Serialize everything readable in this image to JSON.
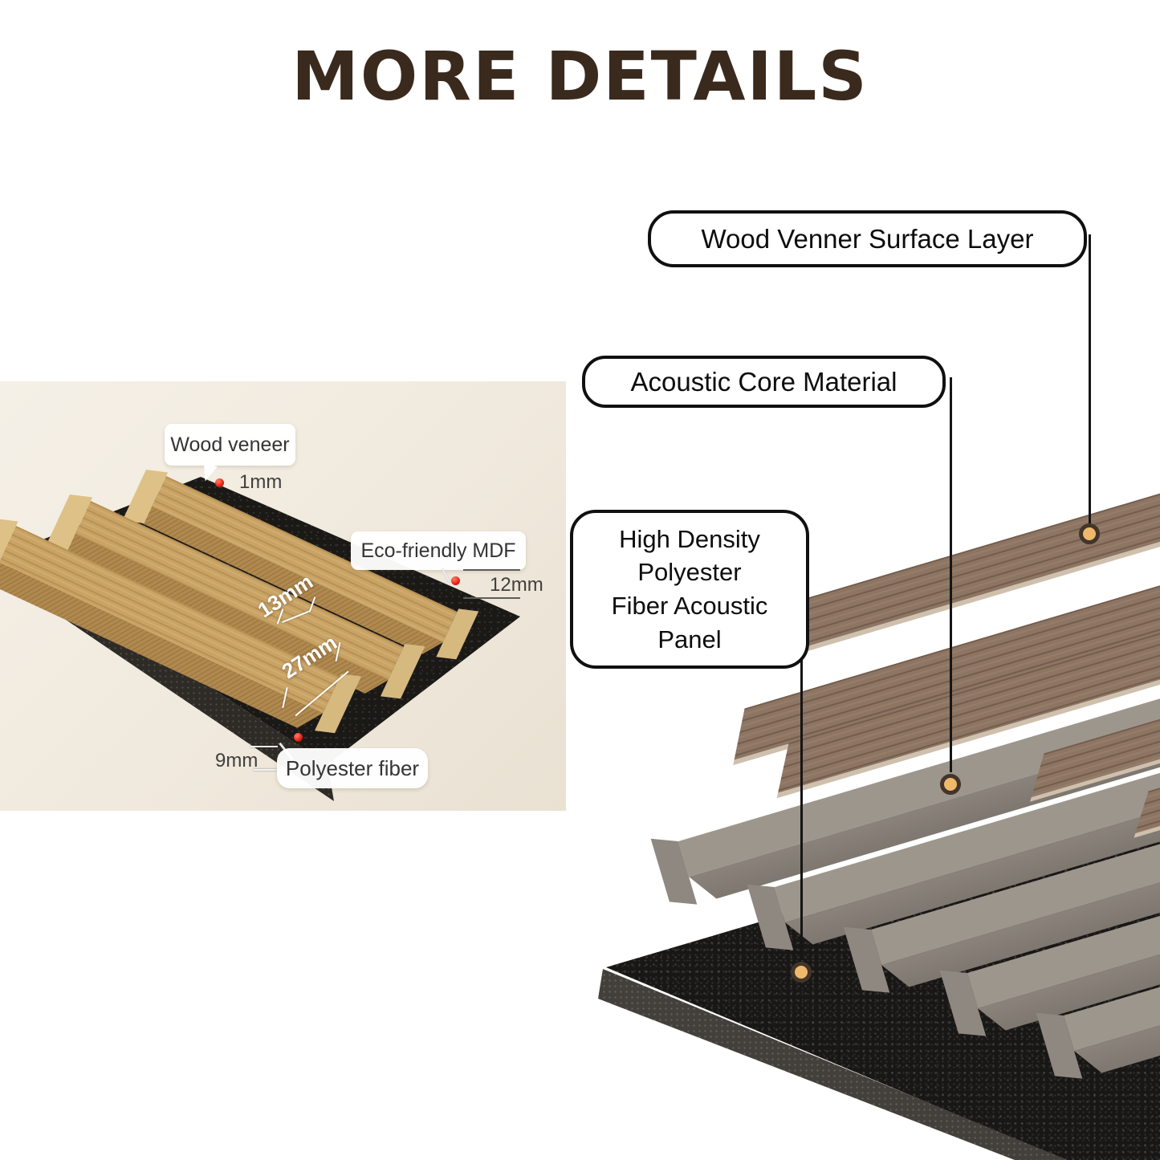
{
  "title": "MORE DETAILS",
  "left_figure": {
    "wood_veneer_label": "Wood veneer",
    "wood_veneer_value": "1mm",
    "mdf_label": "Eco-friendly MDF",
    "mdf_value": "12mm",
    "slat_width_value": "13mm",
    "slat_depth_value": "27mm",
    "base_thickness_value": "9mm",
    "polyester_label": "Polyester fiber"
  },
  "right_figure": {
    "callout_surface": "Wood Venner Surface Layer",
    "callout_core": "Acoustic Core Material",
    "callout_panel_lines": [
      "High Density",
      "Polyester",
      "Fiber Acoustic",
      "Panel"
    ]
  },
  "colors": {
    "title_brown": "#3a2a1d",
    "marker_gold": "#efb96c",
    "marker_ring": "#42352a",
    "marker_red": "#e0281c",
    "left_bg_beige": "#f0e9dd",
    "oak_wood": "#c8a365",
    "walnut_wood": "#8d7564",
    "core_gray": "#9d968d",
    "base_black": "#191715"
  }
}
